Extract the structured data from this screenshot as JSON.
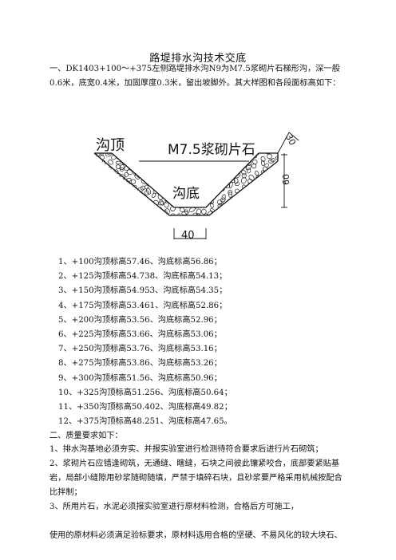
{
  "doc": {
    "title": "路堤排水沟技术交底",
    "intro": "一、DK1403+100～+375左侧路堤排水沟N9为M7.5浆砌片石梯形沟，深一般0.6米，底宽0.4米，加固厚度0.3米，留出坡脚外。其大样图和各段面标高如下：",
    "diagram": {
      "label_top": "沟顶",
      "label_material": "M7.5浆砌片石",
      "label_bottom": "沟底",
      "dim_thickness": "30",
      "dim_depth": "60",
      "dim_width": "40"
    },
    "elevations": [
      "1、+100沟顶标高57.46、沟底标高56.86；",
      "2、+125沟顶标高54.738、沟底标高54.13；",
      "3、+150沟顶标高54.953、沟底标高54.35；",
      "4、+175沟顶标高53.461、沟底标高52.86；",
      "5、+200沟顶标高53.56、沟底标高52.96；",
      "6、+225沟顶标高53.66、沟底标高53.06；",
      "7、+250沟顶标高53.76、沟底标高53.16；",
      "8、+275沟顶标高53.86、沟底标高53.26；",
      "9、+300沟顶标高51.56、沟底标高50.96；",
      "10、+325沟顶标高51.256、沟底标高50.64；",
      "11、+350沟顶标高50.402、沟底标高49.82；",
      "12、+375沟顶标高48.251、沟底标高47.65。"
    ],
    "section2": "二、质量要求如下：",
    "req1": "1、排水沟基地必须夯实、并报实验室进行检测待符合要求后进行片石砌筑；",
    "req2": "2、浆砌片石应错逢砌筑，无通缝、瞎缝，石块之间彼此镶紧咬合，底部要紧贴基岩，局部小缝隙用砂浆随砌随填，严禁于填碎石块，且砂浆要严格采用机械按配合比拌制；",
    "req3": "3、所用片石，水泥必须报实验室进行原材料检测，合格后方可施工，",
    "req4": "使用的原材料必须满足验标要求，原材料选用合格的坚硬、不易风化的较大块石、"
  }
}
